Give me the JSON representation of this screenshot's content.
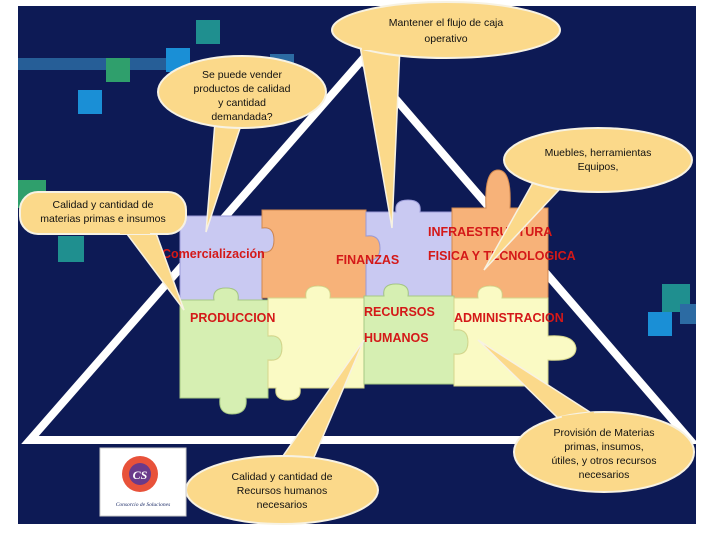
{
  "colors": {
    "background": "#0d1a55",
    "triangle": "#ffffff",
    "bubble_fill": "#fbd98a",
    "bubble_stroke": "#f7f2e3",
    "piece_lavender": "#c9c9f2",
    "piece_orange": "#f7b279",
    "piece_yellow": "#fafac4",
    "piece_green": "#d6efb2",
    "label_red": "#d41818",
    "square_teal": "#1f8f8f",
    "square_blue": "#1a8fd6"
  },
  "pieces": {
    "comercializacion": "Comercialización",
    "finanzas": "FINANZAS",
    "infraestructura_1": "INFRAESTRUCTURA",
    "infraestructura_2": "FISICA Y TECNOLOGICA",
    "produccion": "PRODUCCION",
    "recursos_1": "RECURSOS",
    "recursos_2": "HUMANOS",
    "administracion": "ADMINISTRACION"
  },
  "bubbles": {
    "flujo_caja": [
      "Mantener el flujo de caja",
      "operativo"
    ],
    "vender": [
      "Se puede vender",
      "productos de calidad",
      "y cantidad",
      "demandada?"
    ],
    "muebles": [
      "Muebles, herramientas",
      "Equipos,"
    ],
    "materias": [
      "Calidad y cantidad de",
      "materias primas e insumos"
    ],
    "provision": [
      "Provisión de Materias",
      "primas, insumos,",
      "útiles, y otros recursos",
      "necesarios"
    ],
    "rrhh": [
      "Calidad y cantidad de",
      "Recursos humanos",
      "necesarios"
    ]
  },
  "logo": {
    "monogram": "CS",
    "caption": "Consorcio de Soluciones"
  },
  "icons": {
    "decor_squares": "square-tiles"
  }
}
